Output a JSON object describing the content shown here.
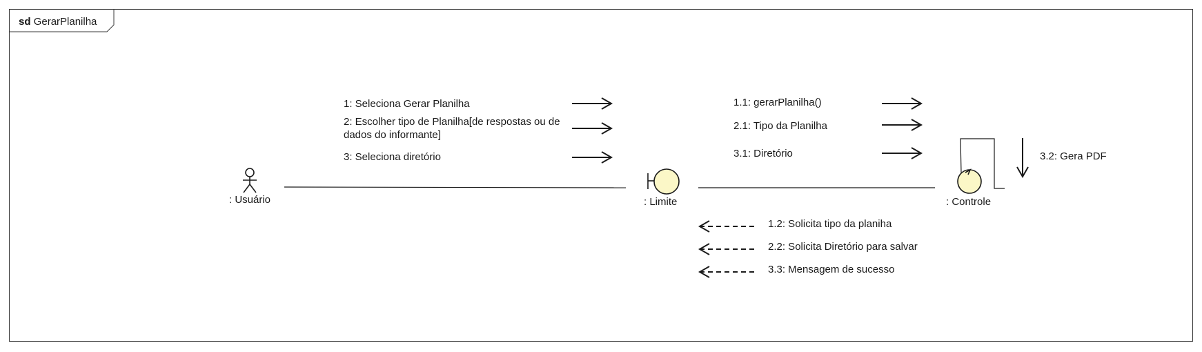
{
  "frame": {
    "keyword": "sd",
    "name": "GerarPlanilha"
  },
  "lifelines": {
    "actor": ": Usuário",
    "boundary": ": Limite",
    "control": ": Controle"
  },
  "messages": {
    "m1": "1: Seleciona Gerar Planilha",
    "m2": "2: Escolher tipo de Planilha[de respostas ou de dados do informante]",
    "m3": "3: Seleciona diretório",
    "m1_1": "1.1: gerarPlanilha()",
    "m2_1": "2.1: Tipo da Planilha",
    "m3_1": "3.1: Diretório",
    "m3_2": "3.2: Gera PDF",
    "m1_2": "1.2: Solicita tipo da planiha",
    "m2_2": "2.2: Solicita Diretório para salvar",
    "m3_3": "3.3: Mensagem de sucesso"
  },
  "colors": {
    "line": "#1a1a1a",
    "fill": "#fbf7c7",
    "frame": "#3a3a3a"
  }
}
